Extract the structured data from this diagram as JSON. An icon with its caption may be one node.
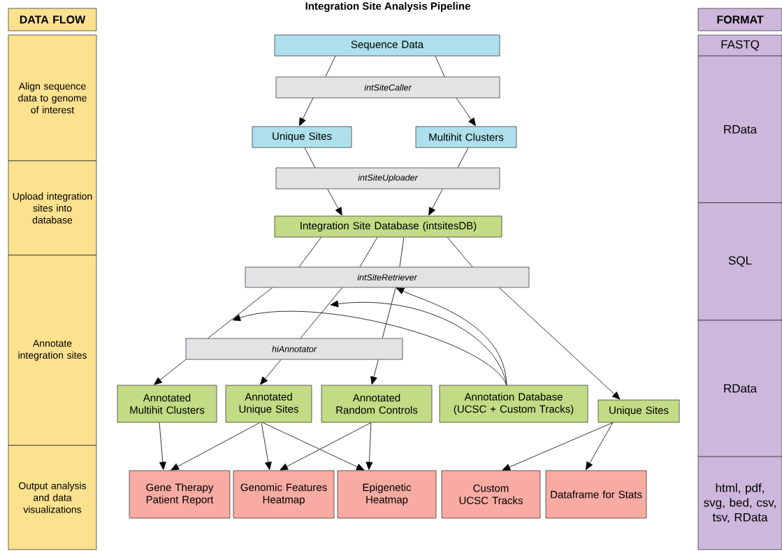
{
  "diagram": {
    "title": "Integration Site Analysis Pipeline",
    "nodes": [
      {
        "text": [
          "DATA FLOW"
        ]
      },
      {
        "text": [
          "Align sequence data to genome of interest"
        ]
      },
      {
        "text": [
          "Upload integration sites into database"
        ]
      },
      {
        "text": [
          "Annotate integration sites"
        ]
      },
      {
        "text": [
          "Output analysis and data visualizations"
        ]
      },
      {
        "text": [
          "Sequence Data"
        ]
      },
      {
        "text": [
          "intSiteCaller"
        ]
      },
      {
        "text": [
          "Unique Sites"
        ]
      },
      {
        "text": [
          "Multihit Clusters"
        ]
      },
      {
        "text": [
          "intSiteUploader"
        ]
      },
      {
        "text": [
          "Integration Site Database (intsitesDB)"
        ]
      },
      {
        "text": [
          "intSiteRetriever"
        ]
      },
      {
        "text": [
          "hiAnnotator"
        ]
      },
      {
        "text": [
          "Annotated Multihit Clusters"
        ]
      },
      {
        "text": [
          "Annotated Unique Sites"
        ]
      },
      {
        "text": [
          "Annotated Random Controls"
        ]
      },
      {
        "text": [
          "Annotation Database (UCSC + Custom Tracks)"
        ]
      },
      {
        "text": [
          "Unique Sites"
        ]
      },
      {
        "text": [
          "Gene Therapy Patient Report"
        ]
      },
      {
        "text": [
          "Genomic Features Heatmap"
        ]
      },
      {
        "text": [
          "Epigenetic Heatmap"
        ]
      },
      {
        "text": [
          "Custom UCSC Tracks"
        ]
      },
      {
        "text": [
          "Dataframe for Stats"
        ]
      },
      {
        "text": [
          "FORMAT"
        ]
      },
      {
        "text": [
          "FASTQ"
        ]
      },
      {
        "text": [
          "RData"
        ]
      },
      {
        "text": [
          "SQL"
        ]
      },
      {
        "text": [
          "RData"
        ]
      },
      {
        "text": [
          "html, pdf, svg, bed, csv, tsv, RData"
        ]
      }
    ],
    "edges": [
      {
        "from": 5,
        "to": 6,
        "arrow": "none"
      },
      {
        "from": 5,
        "to": 6,
        "arrow": "none"
      },
      {
        "from": 6,
        "to": 7,
        "arrow": "to"
      },
      {
        "from": 6,
        "to": 8,
        "arrow": "to"
      },
      {
        "from": 7,
        "to": 9,
        "arrow": "none"
      },
      {
        "from": 8,
        "to": 9,
        "arrow": "none"
      },
      {
        "from": 9,
        "to": 10,
        "arrow": "to"
      },
      {
        "from": 9,
        "to": 10,
        "arrow": "to"
      },
      {
        "from": 10,
        "to": 11,
        "arrow": "none"
      },
      {
        "from": 10,
        "to": 11,
        "arrow": "none"
      },
      {
        "from": 10,
        "to": 11,
        "arrow": "none"
      },
      {
        "from": 10,
        "to": 11,
        "arrow": "none"
      },
      {
        "from": 11,
        "to": 12,
        "arrow": "none"
      },
      {
        "from": 11,
        "to": 12,
        "arrow": "none"
      },
      {
        "from": 11,
        "to": 12,
        "arrow": "none"
      },
      {
        "from": 12,
        "to": 13,
        "arrow": "to"
      },
      {
        "from": 12,
        "to": 14,
        "arrow": "to"
      },
      {
        "from": 12,
        "to": 15,
        "arrow": "to"
      },
      {
        "from": 11,
        "to": 17,
        "arrow": "to"
      },
      {
        "from": 16,
        "to": 11,
        "arrow": "to"
      },
      {
        "from": 16,
        "to": null,
        "arrow": "to"
      },
      {
        "from": 16,
        "to": null,
        "arrow": "to"
      },
      {
        "from": 13,
        "to": 18,
        "arrow": "to"
      },
      {
        "from": 14,
        "to": 18,
        "arrow": "to"
      },
      {
        "from": 14,
        "to": 19,
        "arrow": "to"
      },
      {
        "from": 14,
        "to": 20,
        "arrow": "to"
      },
      {
        "from": 15,
        "to": 19,
        "arrow": "to"
      },
      {
        "from": 15,
        "to": 20,
        "arrow": "to"
      },
      {
        "from": 17,
        "to": 21,
        "arrow": "to"
      },
      {
        "from": 17,
        "to": 22,
        "arrow": "to"
      }
    ]
  }
}
